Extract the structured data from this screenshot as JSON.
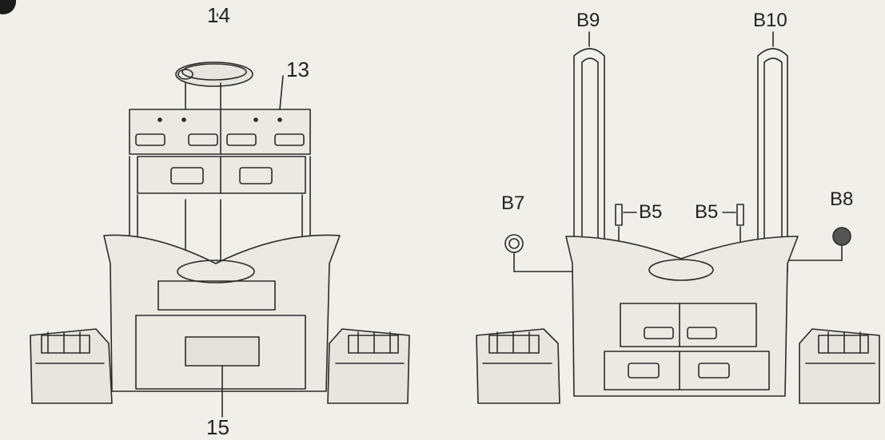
{
  "labels": {
    "part_14": "14",
    "part_13": "13",
    "part_15": "15",
    "part_b9": "B9",
    "part_b10": "B10",
    "part_b7": "B7",
    "part_b8": "B8",
    "part_b5_left": "B5",
    "part_b5_right": "B5"
  },
  "colors": {
    "background": "#f1efea",
    "line": "#2a2a2a",
    "step_badge": "#1a1a1a"
  }
}
